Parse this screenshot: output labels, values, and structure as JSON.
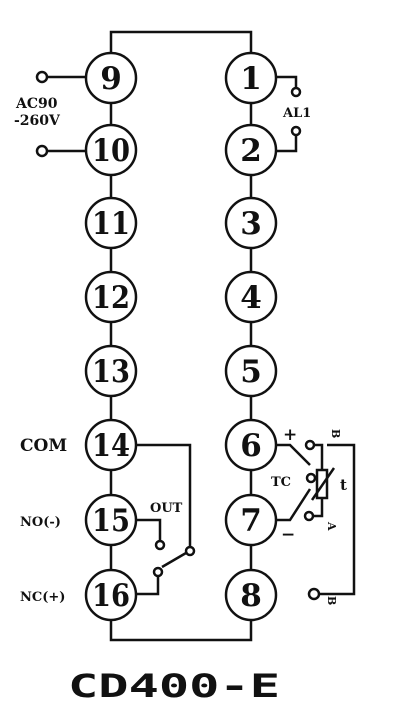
{
  "terminals": {
    "t1": "1",
    "t2": "2",
    "t3": "3",
    "t4": "4",
    "t5": "5",
    "t6": "6",
    "t7": "7",
    "t8": "8",
    "t9": "9",
    "t10": "10",
    "t11": "11",
    "t12": "12",
    "t13": "13",
    "t14": "14",
    "t15": "15",
    "t16": "16"
  },
  "labels": {
    "ac_line1": "AC90",
    "ac_line2": "-260V",
    "alarm": "AL1",
    "com": "COM",
    "no": "NO(-)",
    "nc": "NC(+)",
    "out": "OUT",
    "tc": "TC",
    "plus": "+",
    "minus": "−",
    "rtd_t": "t",
    "rtd_a": "A",
    "rtd_b_top": "B",
    "rtd_b_bottom": "B"
  },
  "model": "CD400-E"
}
